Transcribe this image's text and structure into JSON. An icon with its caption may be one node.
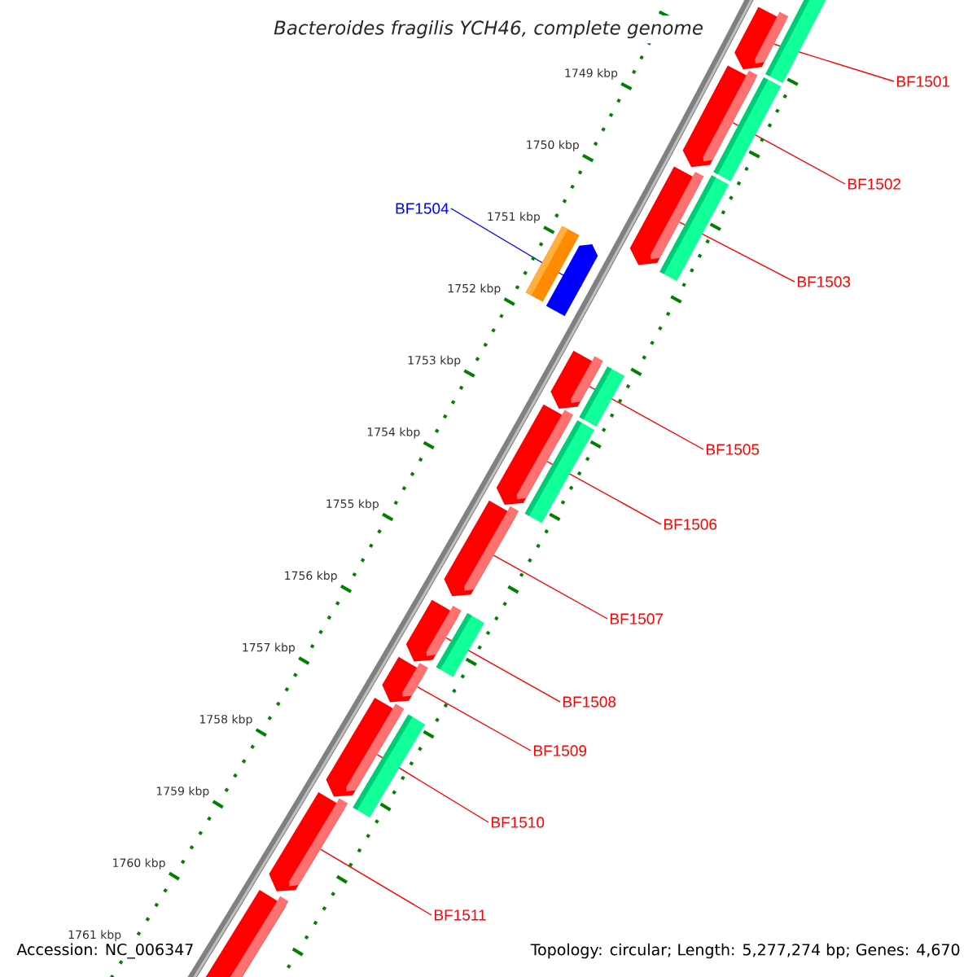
{
  "diagram": {
    "title": "Bacteroides fragilis YCH46, complete genome",
    "nodes": [
      {
        "text": [
          "BF1501"
        ]
      },
      {
        "text": [
          "BF1502"
        ]
      },
      {
        "text": [
          "BF1503"
        ]
      },
      {
        "text": [
          "BF1504"
        ]
      },
      {
        "text": [
          "BF1505"
        ]
      },
      {
        "text": [
          "BF1506"
        ]
      },
      {
        "text": [
          "BF1507"
        ]
      },
      {
        "text": [
          "BF1508"
        ]
      },
      {
        "text": [
          "BF1509"
        ]
      },
      {
        "text": [
          "BF1510"
        ]
      },
      {
        "text": [
          "BF1511"
        ]
      },
      {
        "text": [],
        "shape": "bar"
      },
      {
        "text": [],
        "shape": "bar"
      },
      {
        "text": [],
        "shape": "bar"
      },
      {
        "text": [],
        "shape": "bar"
      },
      {
        "text": [],
        "shape": "bar"
      },
      {
        "text": [],
        "shape": "bar"
      },
      {
        "text": [],
        "shape": "bar"
      },
      {
        "text": [],
        "shape": "bar"
      },
      {
        "text": [],
        "shape": "bar"
      },
      {
        "text": [],
        "shape": "bar"
      },
      {
        "text": [],
        "shape": "bar"
      },
      {
        "text": [],
        "shape": "bar"
      }
    ],
    "edges": [
      {
        "from": 0,
        "to": 11,
        "arrow": "none"
      },
      {
        "from": 1,
        "to": 12,
        "arrow": "none"
      },
      {
        "from": 2,
        "to": 13,
        "arrow": "none"
      },
      {
        "from": 3,
        "to": 22,
        "arrow": "none",
        "color": "#0000ff"
      },
      {
        "from": 4,
        "to": 14,
        "arrow": "none"
      },
      {
        "from": 5,
        "to": 15,
        "arrow": "none"
      },
      {
        "from": 6,
        "to": 16,
        "arrow": "none"
      },
      {
        "from": 7,
        "to": 17,
        "arrow": "none"
      },
      {
        "from": 8,
        "to": 18,
        "arrow": "none"
      },
      {
        "from": 9,
        "to": 19,
        "arrow": "none"
      },
      {
        "from": 10,
        "to": 20,
        "arrow": "none"
      }
    ],
    "labels": [
      "1749 kbp",
      "1750 kbp",
      "1751 kbp",
      "1752 kbp",
      "1753 kbp",
      "1754 kbp",
      "1755 kbp",
      "1756 kbp",
      "1757 kbp",
      "1758 kbp",
      "1759 kbp",
      "1760 kbp",
      "1761 kbp",
      "Accession: NC_006347",
      "Topology: circular; Length: 5,277,274 bp; Genes: 4,670"
    ]
  }
}
